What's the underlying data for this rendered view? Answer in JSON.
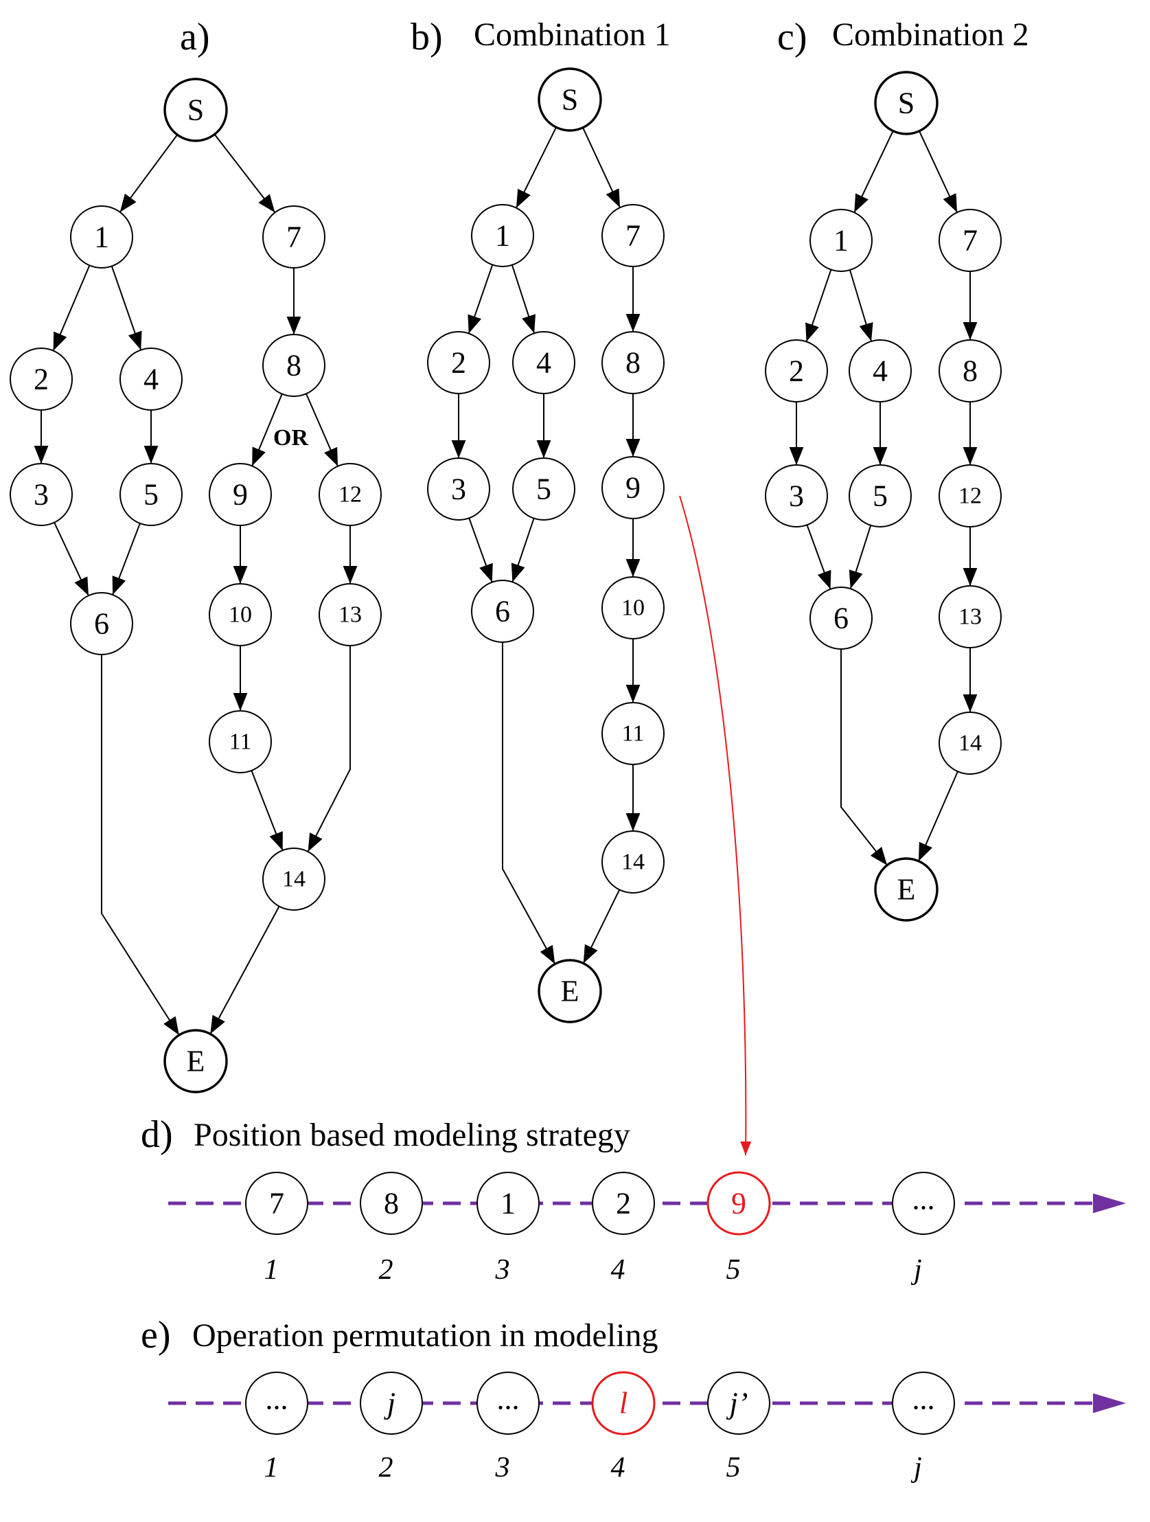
{
  "panels": {
    "a": {
      "letter": "a)",
      "title": ""
    },
    "b": {
      "letter": "b)",
      "title": "Combination 1"
    },
    "c": {
      "letter": "c)",
      "title": "Combination 2"
    },
    "d": {
      "letter": "d)",
      "title": "Position based modeling strategy"
    },
    "e": {
      "letter": "e)",
      "title": "Operation permutation in modeling"
    }
  },
  "or_label": "OR",
  "graph_a": {
    "nodes": [
      "S",
      "1",
      "7",
      "2",
      "4",
      "8",
      "3",
      "5",
      "9",
      "12",
      "6",
      "10",
      "13",
      "11",
      "14",
      "E"
    ],
    "edges": [
      [
        "S",
        "1"
      ],
      [
        "S",
        "7"
      ],
      [
        "1",
        "2"
      ],
      [
        "1",
        "4"
      ],
      [
        "2",
        "3"
      ],
      [
        "4",
        "5"
      ],
      [
        "3",
        "6"
      ],
      [
        "5",
        "6"
      ],
      [
        "7",
        "8"
      ],
      [
        "8",
        "9"
      ],
      [
        "8",
        "12"
      ],
      [
        "9",
        "10"
      ],
      [
        "10",
        "11"
      ],
      [
        "12",
        "13"
      ],
      [
        "11",
        "14"
      ],
      [
        "13",
        "14"
      ],
      [
        "6",
        "E"
      ],
      [
        "14",
        "E"
      ]
    ]
  },
  "graph_b": {
    "nodes": [
      "S",
      "1",
      "7",
      "2",
      "4",
      "8",
      "3",
      "5",
      "9",
      "6",
      "10",
      "11",
      "14",
      "E"
    ],
    "edges": [
      [
        "S",
        "1"
      ],
      [
        "S",
        "7"
      ],
      [
        "1",
        "2"
      ],
      [
        "1",
        "4"
      ],
      [
        "2",
        "3"
      ],
      [
        "4",
        "5"
      ],
      [
        "3",
        "6"
      ],
      [
        "5",
        "6"
      ],
      [
        "7",
        "8"
      ],
      [
        "8",
        "9"
      ],
      [
        "9",
        "10"
      ],
      [
        "10",
        "11"
      ],
      [
        "11",
        "14"
      ],
      [
        "6",
        "E"
      ],
      [
        "14",
        "E"
      ]
    ]
  },
  "graph_c": {
    "nodes": [
      "S",
      "1",
      "7",
      "2",
      "4",
      "8",
      "3",
      "5",
      "12",
      "6",
      "13",
      "14",
      "E"
    ],
    "edges": [
      [
        "S",
        "1"
      ],
      [
        "S",
        "7"
      ],
      [
        "1",
        "2"
      ],
      [
        "1",
        "4"
      ],
      [
        "2",
        "3"
      ],
      [
        "4",
        "5"
      ],
      [
        "3",
        "6"
      ],
      [
        "5",
        "6"
      ],
      [
        "7",
        "8"
      ],
      [
        "8",
        "12"
      ],
      [
        "12",
        "13"
      ],
      [
        "13",
        "14"
      ],
      [
        "6",
        "E"
      ],
      [
        "14",
        "E"
      ]
    ]
  },
  "sequence_d": {
    "nodes": [
      "7",
      "8",
      "1",
      "2",
      "9",
      "..."
    ],
    "positions": [
      "1",
      "2",
      "3",
      "4",
      "5",
      "j"
    ],
    "highlight_index": 4
  },
  "sequence_e": {
    "nodes": [
      "...",
      "j",
      "...",
      "l",
      "j’",
      "..."
    ],
    "positions": [
      "1",
      "2",
      "3",
      "4",
      "5",
      "j"
    ],
    "highlight_index": 3
  },
  "colors": {
    "highlight": "#e8191c",
    "sequence_line": "#7030a0",
    "node_stroke": "#000000"
  }
}
